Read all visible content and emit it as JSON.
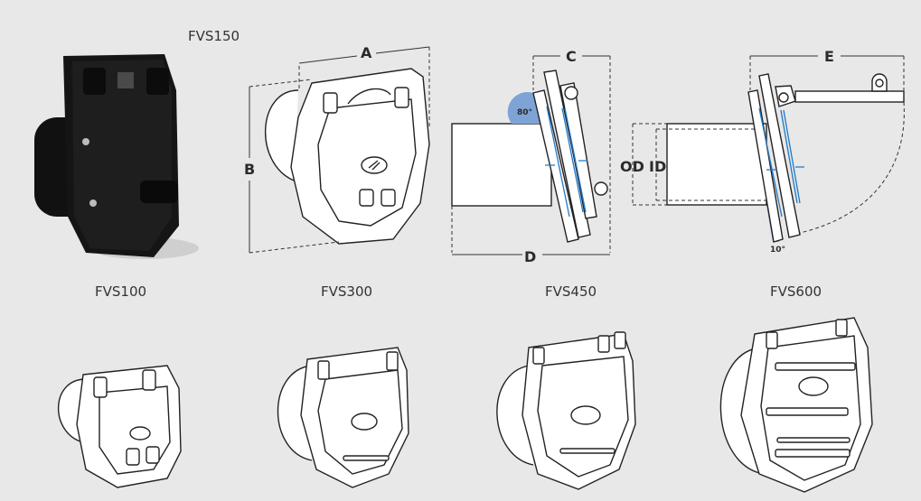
{
  "title_top": "FVS150",
  "dimensions": {
    "a": "A",
    "b": "B",
    "c": "C",
    "d": "D",
    "e": "E",
    "od": "OD",
    "id": "ID"
  },
  "angles": {
    "tilt": "80°",
    "open": "10°"
  },
  "products": [
    {
      "label": "FVS100"
    },
    {
      "label": "FVS300"
    },
    {
      "label": "FVS450"
    },
    {
      "label": "FVS600"
    }
  ],
  "colors": {
    "background": "#e8e8e8",
    "accent": "#1f78c8",
    "angle_fill": "#7ea4d6"
  }
}
